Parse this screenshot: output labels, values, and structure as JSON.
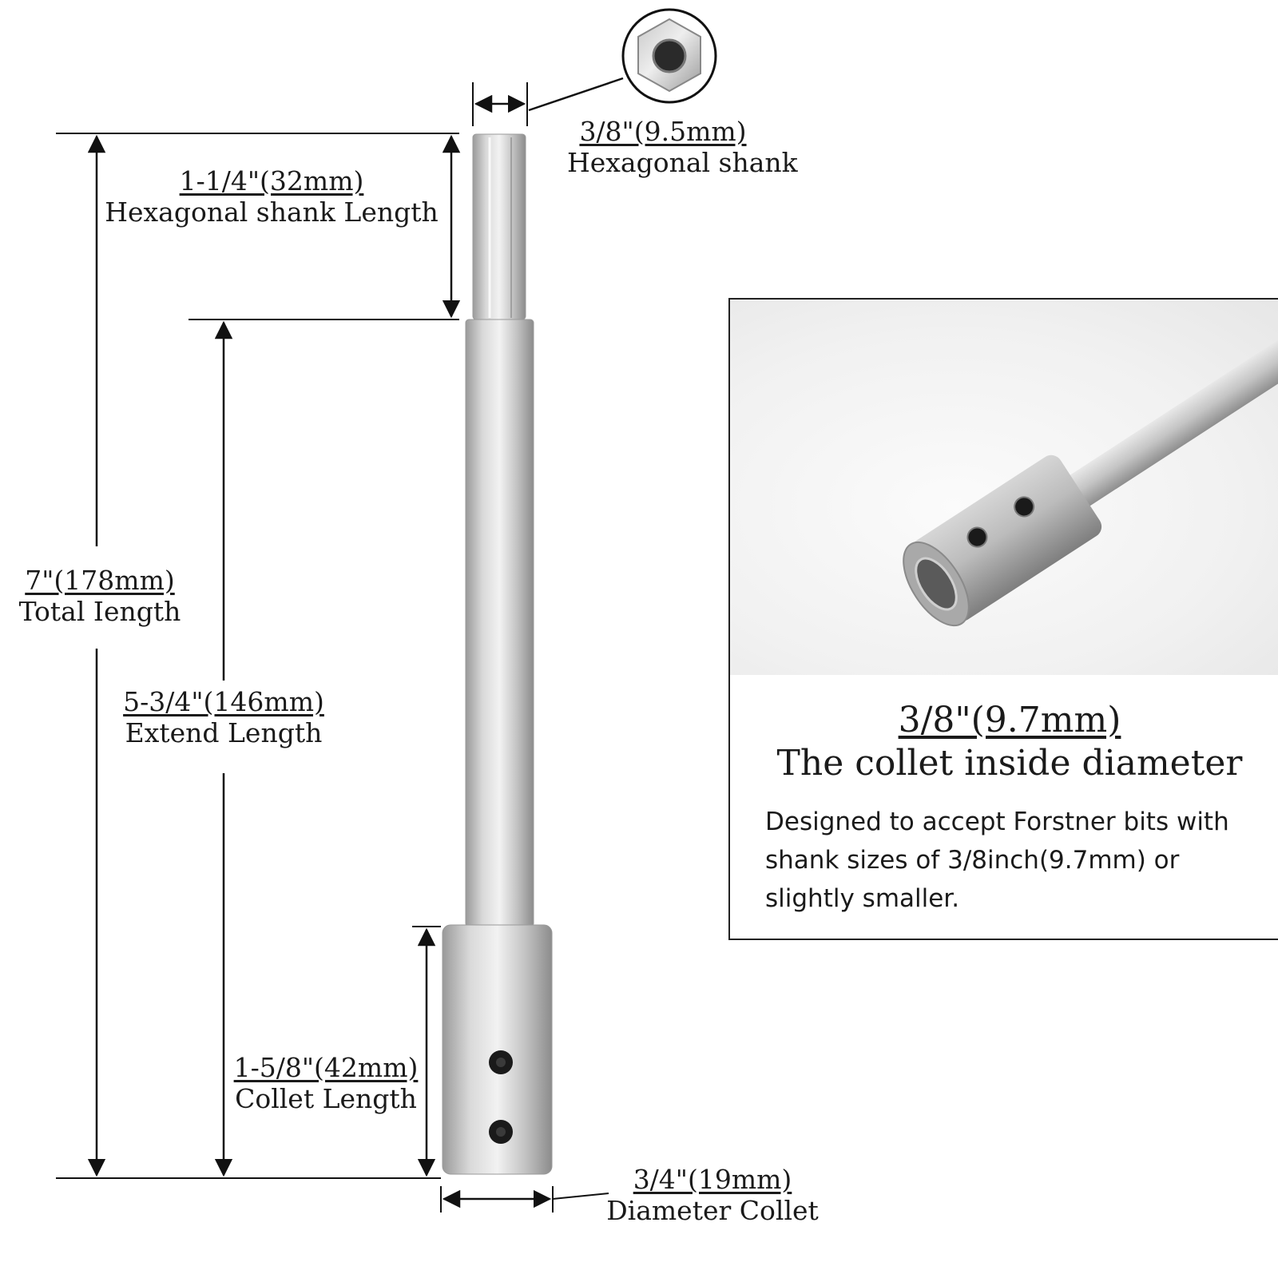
{
  "colors": {
    "steel_light": "#e4e4e4",
    "steel_mid": "#b8b8b8",
    "steel_dark": "#8a8a8a",
    "line": "#111111",
    "screw": "#1a1a1a"
  },
  "dimensions": {
    "hex_diameter": {
      "value": "3/8\"(9.5mm)",
      "caption": "Hexagonal shank"
    },
    "hex_length": {
      "value": "1-1/4\"(32mm)",
      "caption": "Hexagonal shank Length"
    },
    "total_length": {
      "value": "7\"(178mm)",
      "caption": "Total Iength"
    },
    "extend_length": {
      "value": "5-3/4\"(146mm)",
      "caption": "Extend Length"
    },
    "collet_length": {
      "value": "1-5/8\"(42mm)",
      "caption": "Collet Length"
    },
    "collet_diameter": {
      "value": "3/4\"(19mm)",
      "caption": "Diameter Collet"
    }
  },
  "inset": {
    "value": "3/8\"(9.7mm)",
    "caption": "The collet inside diameter",
    "description": "Designed to accept Forstner bits with shank sizes of 3/8inch(9.7mm) or slightly smaller."
  }
}
